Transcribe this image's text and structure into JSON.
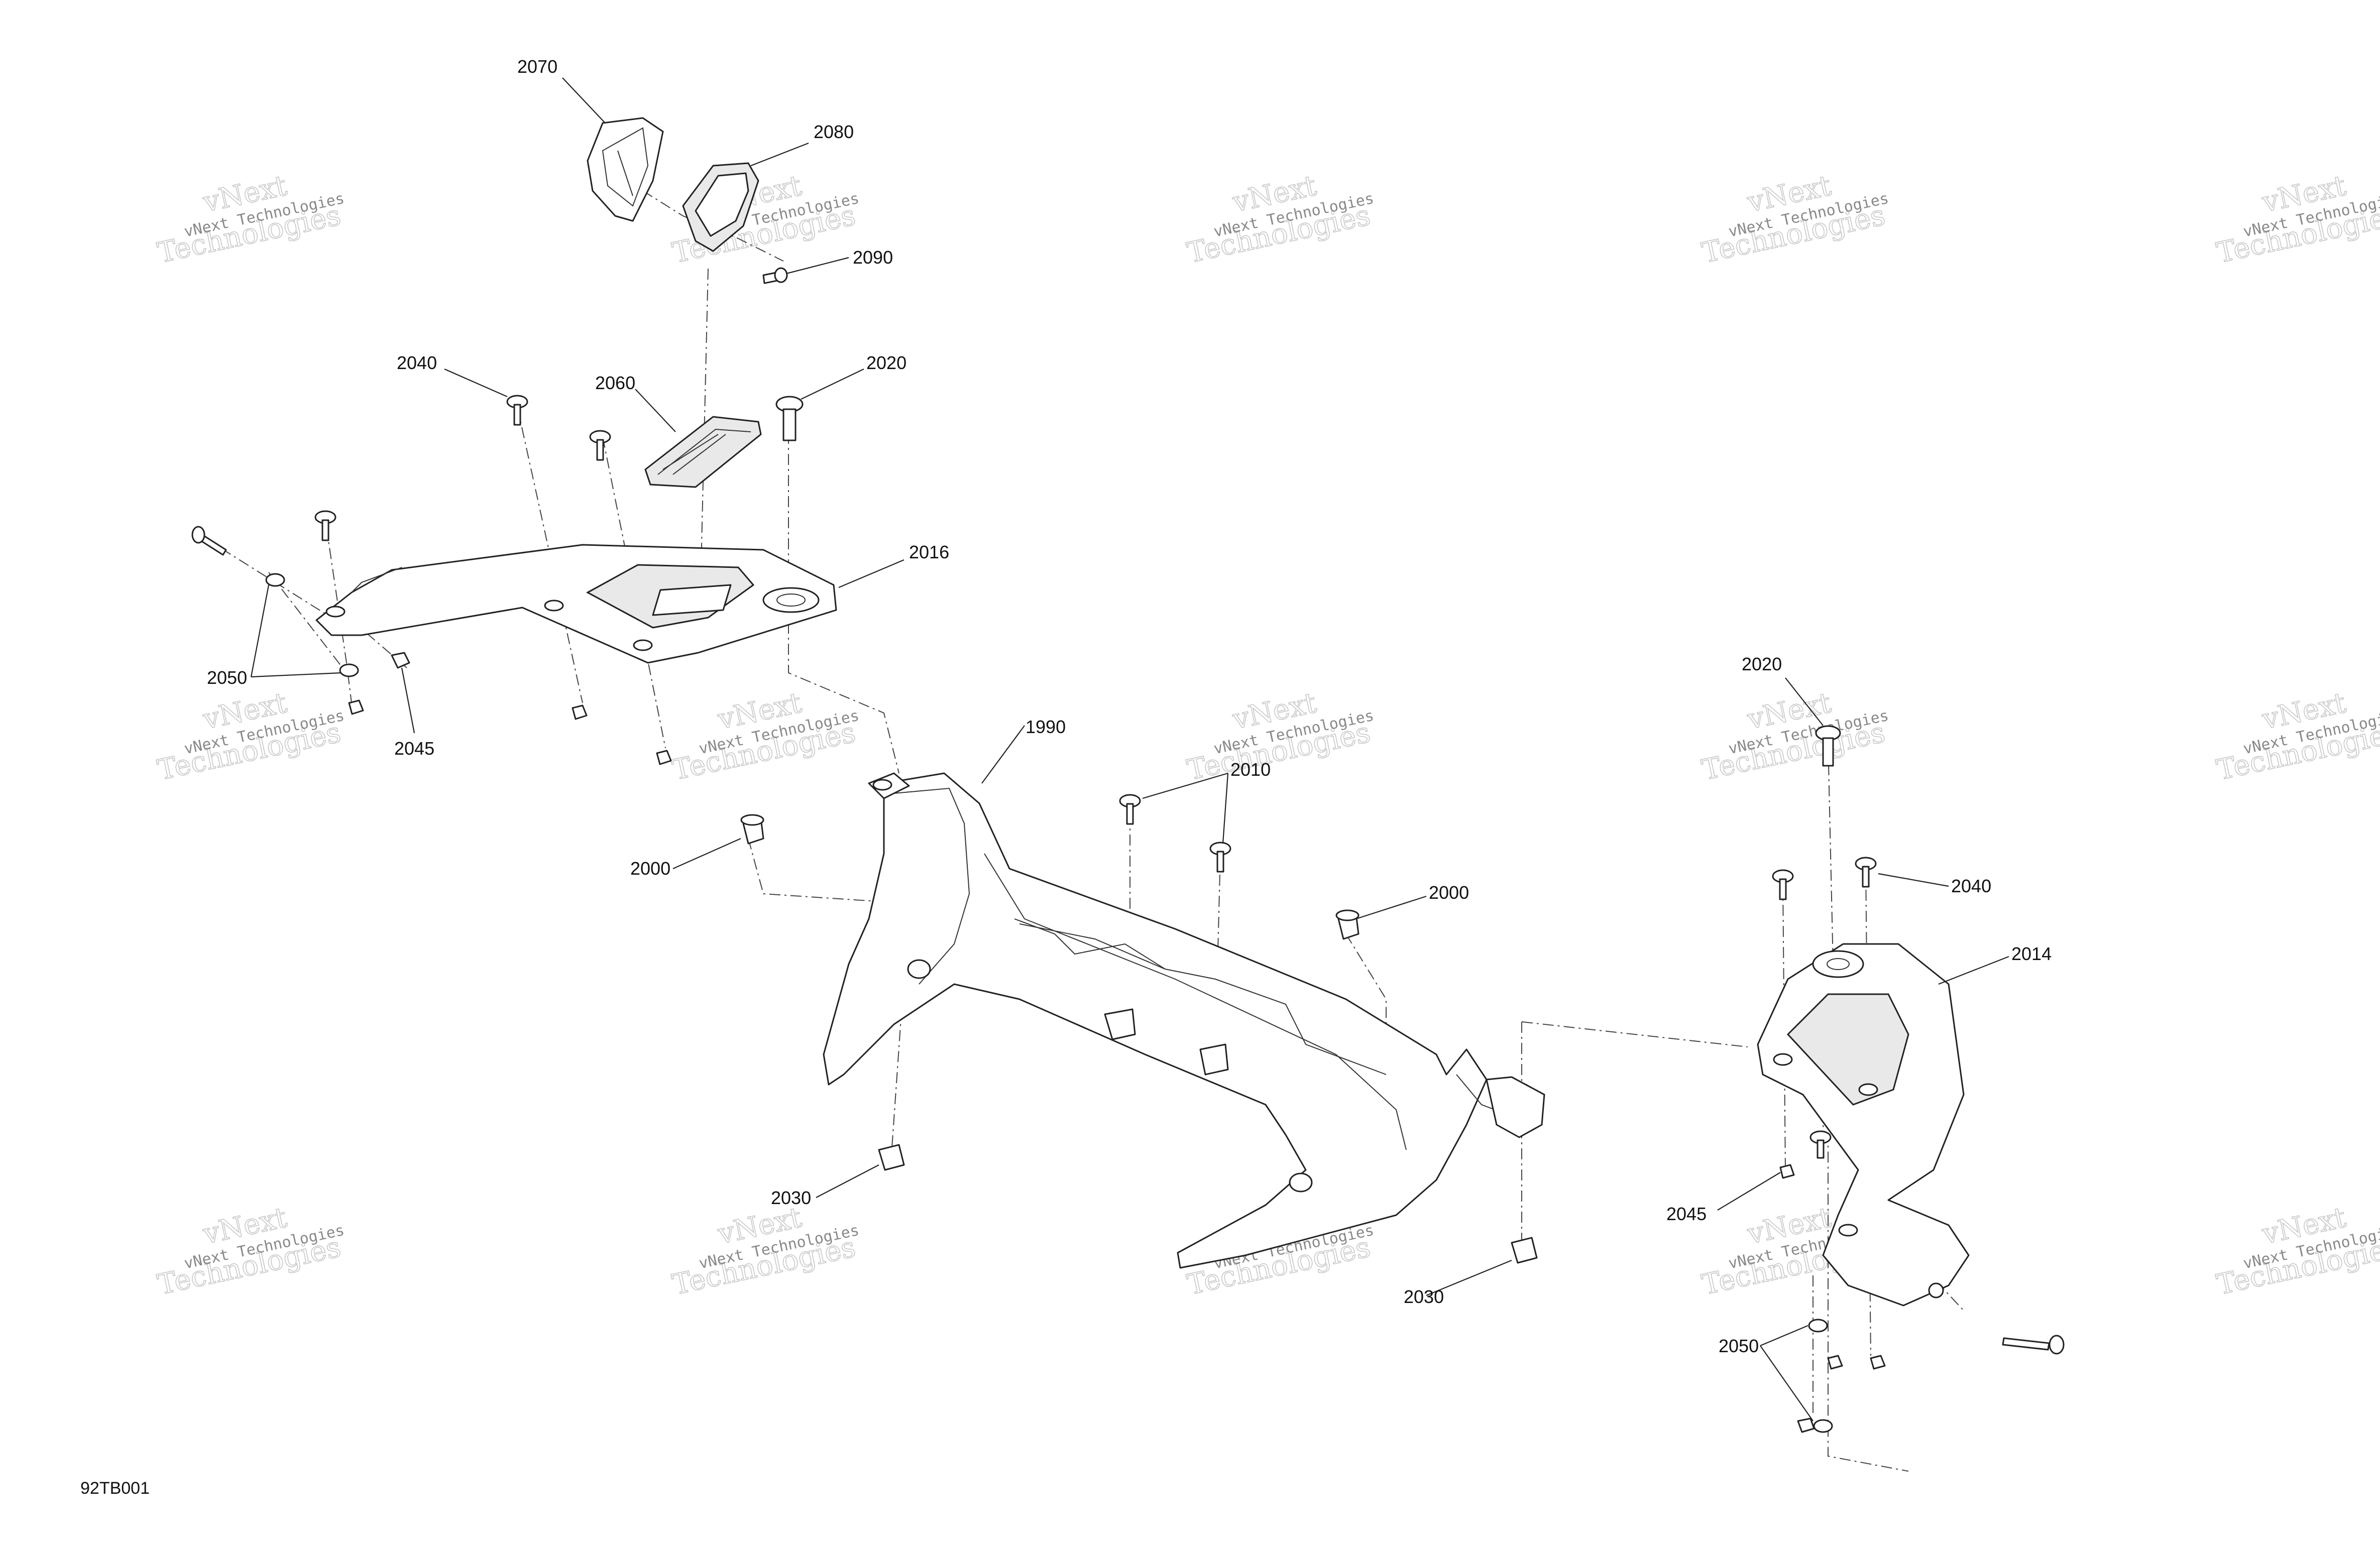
{
  "figure_id": "92TB001",
  "watermark": {
    "line_small": "vNext Technologies",
    "line_big_1": "vNext",
    "line_big_2": "Technologies"
  },
  "callouts": [
    {
      "id": "c-2070",
      "label": "2070"
    },
    {
      "id": "c-2080",
      "label": "2080"
    },
    {
      "id": "c-2090",
      "label": "2090"
    },
    {
      "id": "c-2040a",
      "label": "2040"
    },
    {
      "id": "c-2060",
      "label": "2060"
    },
    {
      "id": "c-2020a",
      "label": "2020"
    },
    {
      "id": "c-2016",
      "label": "2016"
    },
    {
      "id": "c-2050a",
      "label": "2050"
    },
    {
      "id": "c-2045a",
      "label": "2045"
    },
    {
      "id": "c-1990",
      "label": "1990"
    },
    {
      "id": "c-2010",
      "label": "2010"
    },
    {
      "id": "c-2000a",
      "label": "2000"
    },
    {
      "id": "c-2000b",
      "label": "2000"
    },
    {
      "id": "c-2030a",
      "label": "2030"
    },
    {
      "id": "c-2030b",
      "label": "2030"
    },
    {
      "id": "c-2020b",
      "label": "2020"
    },
    {
      "id": "c-2040b",
      "label": "2040"
    },
    {
      "id": "c-2014",
      "label": "2014"
    },
    {
      "id": "c-2045b",
      "label": "2045"
    },
    {
      "id": "c-2050b",
      "label": "2050"
    }
  ]
}
